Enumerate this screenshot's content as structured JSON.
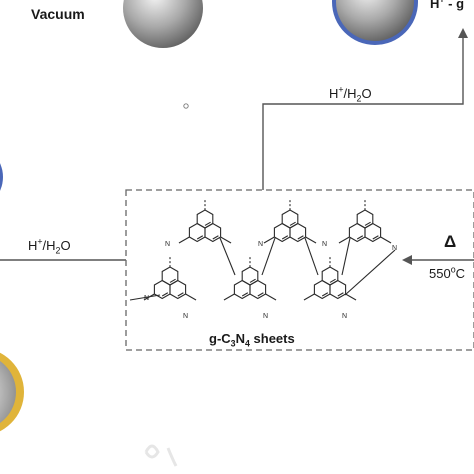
{
  "labels": {
    "top_left": "Vacuum",
    "top_right_prefix": "H",
    "top_right_sup": "+",
    "top_right_rest": " - g",
    "arrow_up_H": "H",
    "arrow_up_sup": "+",
    "arrow_up_mid": "/H",
    "arrow_up_sub": "2",
    "arrow_up_end": "O",
    "arrow_left_H": "H",
    "arrow_left_sup": "+",
    "arrow_left_mid": "/H",
    "arrow_left_sub": "2",
    "arrow_left_end": "O",
    "delta": "Δ",
    "temp": "550",
    "temp_sup": "o",
    "temp_end": "C",
    "sheet_pre": "g-C",
    "sheet_sub3": "3",
    "sheet_mid": "N",
    "sheet_sub4": "4",
    "sheet_end": " sheets"
  },
  "colors": {
    "sphere_gray": "#8f8f8f",
    "sphere_blue_rim": "#4a67b8",
    "sphere_gold_rim": "#e0b43a",
    "line": "#555555",
    "structure": "#2b2b2b"
  }
}
